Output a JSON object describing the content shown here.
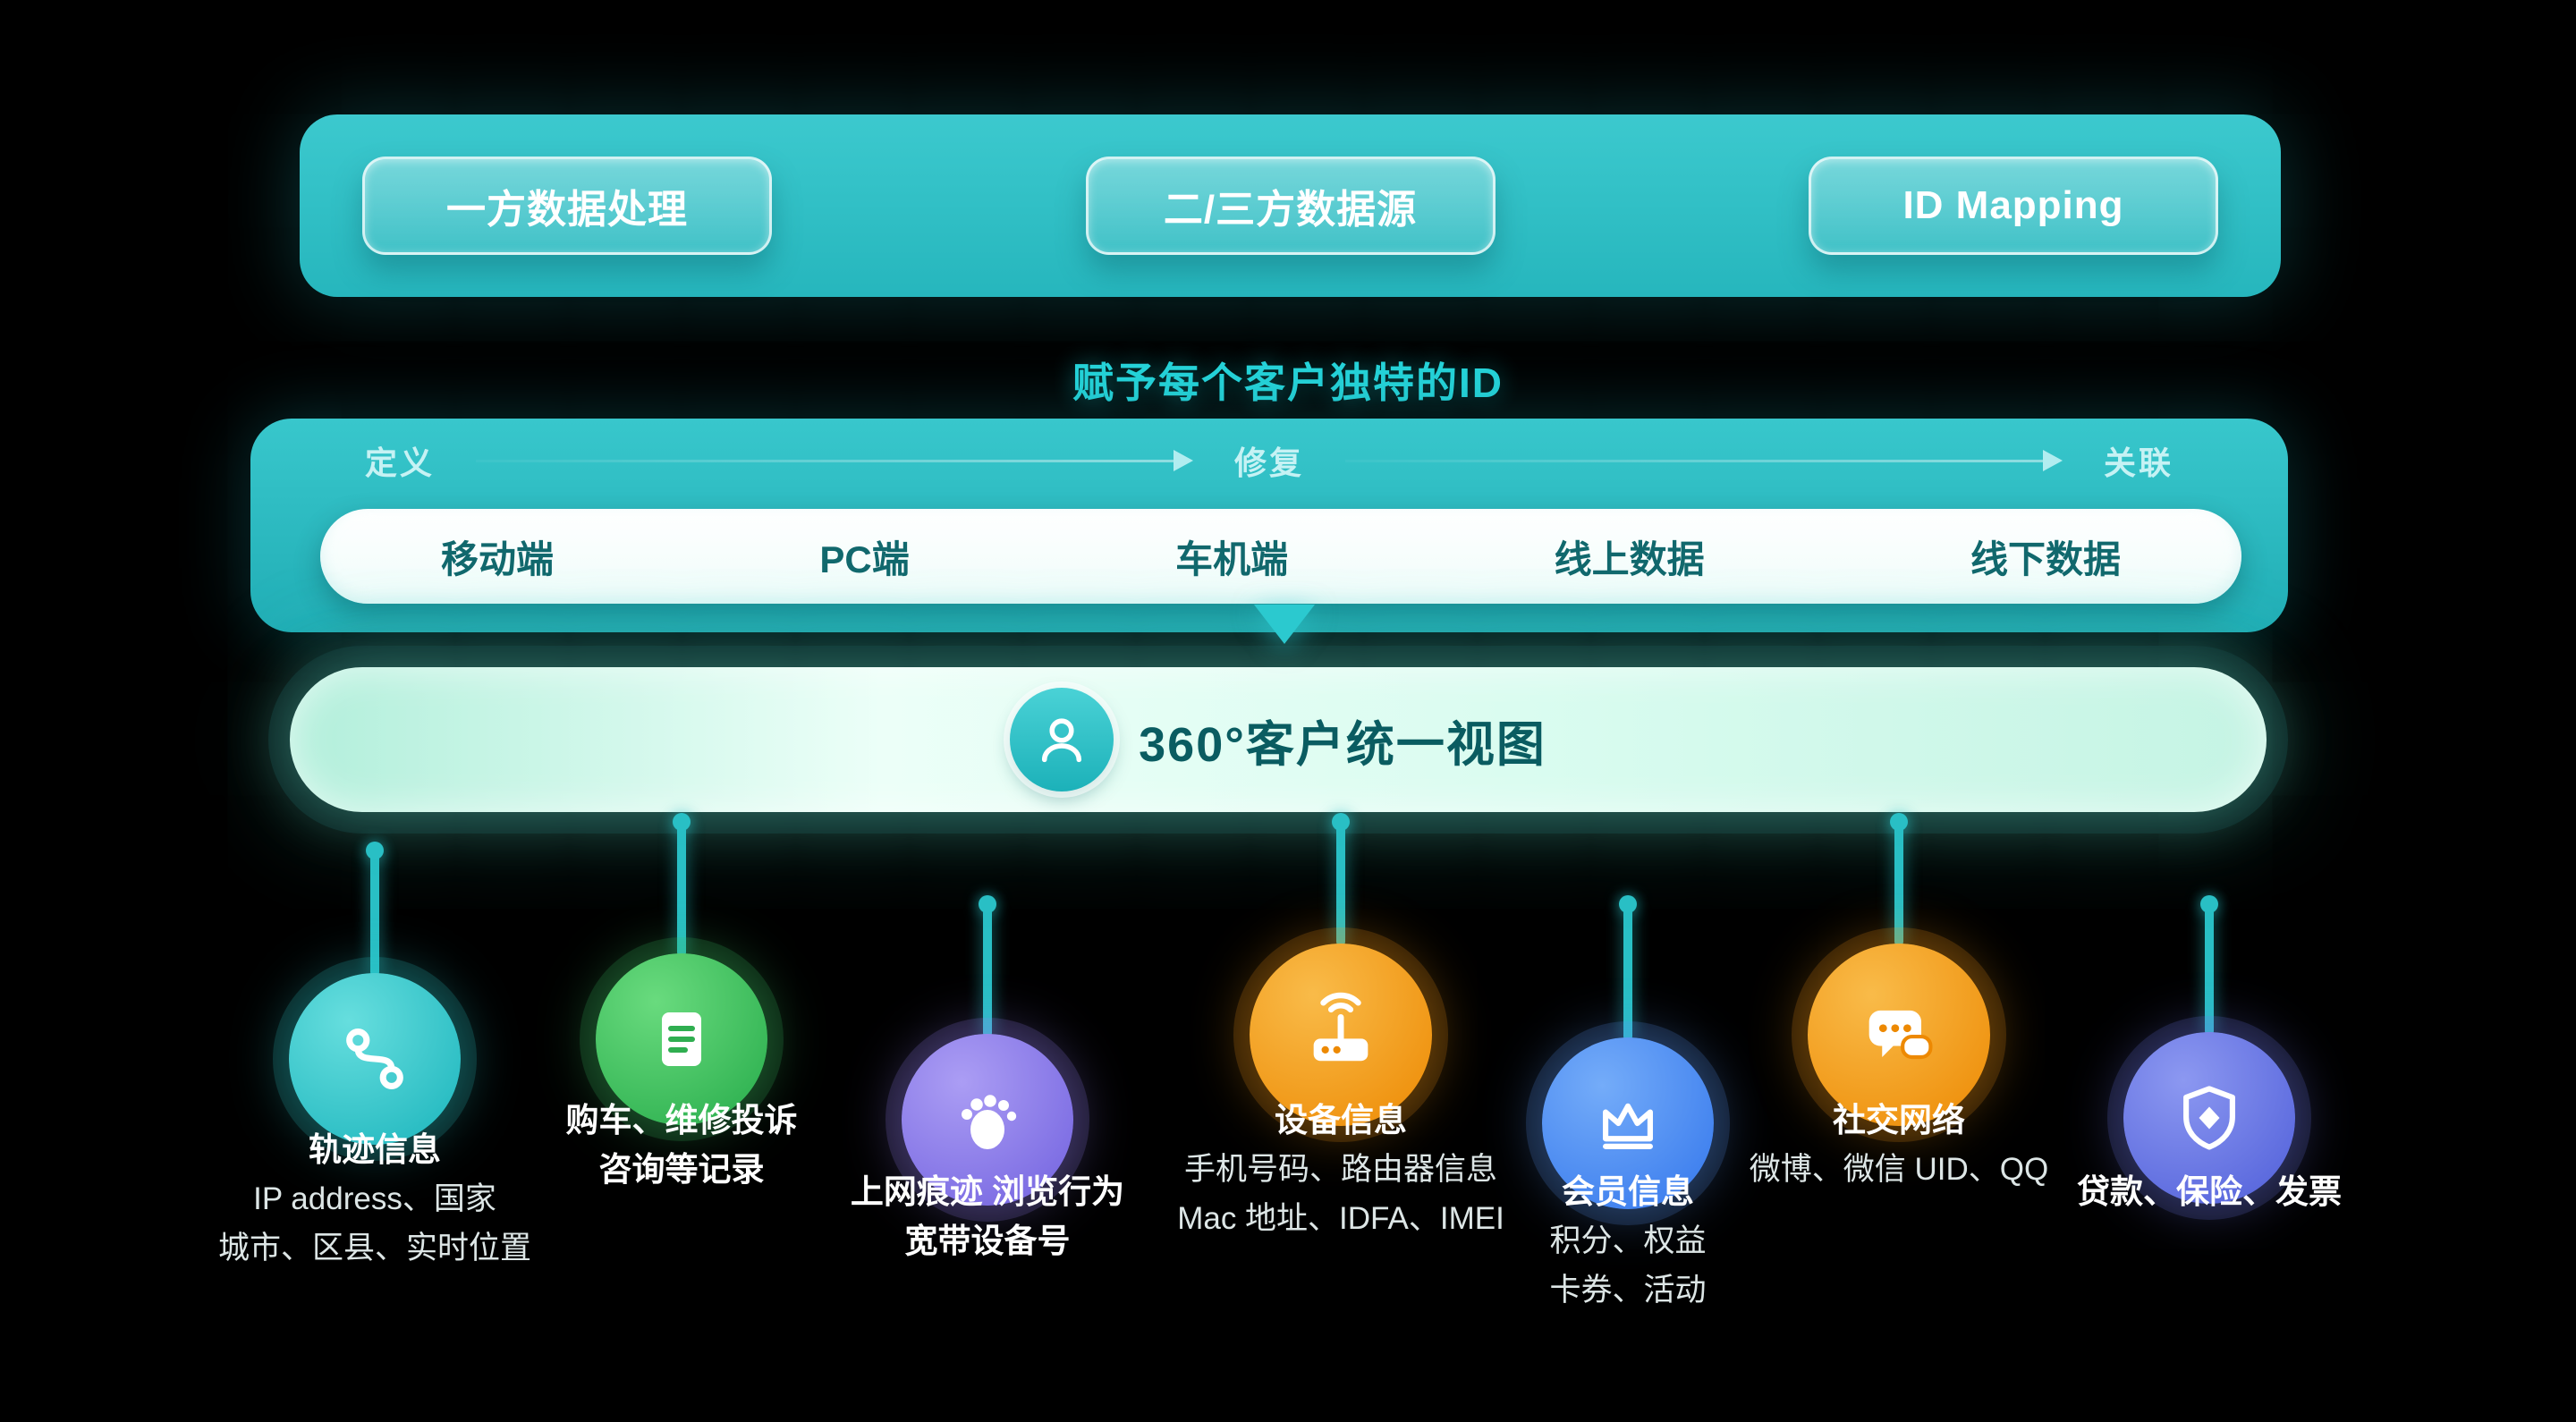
{
  "colors": {
    "background": "#000000",
    "banner_teal": "#2fc3c8",
    "headline_teal": "#26d3d9",
    "channel_text": "#11686d",
    "mint_bar": "#dcfdf0",
    "connector": "#29bfc5",
    "source_colors": {
      "trajectory": "#1fb9c0",
      "records": "#2fb254",
      "browsing": "#7b68e4",
      "device": "#f09005",
      "membership": "#3d7ff0",
      "social": "#f09005",
      "finance": "#5a66dd"
    }
  },
  "banner": {
    "buttons": [
      "一方数据处理",
      "二/三方数据源",
      "ID Mapping"
    ]
  },
  "headline": "赋予每个客户独特的ID",
  "pipeline": {
    "stages": [
      "定义",
      "修复",
      "关联"
    ],
    "channels": [
      "移动端",
      "PC端",
      "车机端",
      "线上数据",
      "线下数据"
    ]
  },
  "unified_view": {
    "icon": "person-icon",
    "label": "360°客户统一视图"
  },
  "icons": {
    "stage_arrow": "arrow-right-icon",
    "flow_down": "down-arrow-icon"
  },
  "sources": [
    {
      "icon": "route-icon",
      "title": "轨迹信息",
      "lines": [
        "IP address、国家",
        "城市、区县、实时位置"
      ]
    },
    {
      "icon": "document-icon",
      "lines": [
        "购车、维修投诉",
        "咨询等记录"
      ]
    },
    {
      "icon": "footprint-icon",
      "lines": [
        "上网痕迹 浏览行为",
        "宽带设备号"
      ]
    },
    {
      "icon": "router-icon",
      "title": "设备信息",
      "lines": [
        "手机号码、路由器信息",
        "Mac 地址、IDFA、IMEI"
      ]
    },
    {
      "icon": "crown-icon",
      "title": "会员信息",
      "lines": [
        "积分、权益",
        "卡券、活动"
      ]
    },
    {
      "icon": "chat-icon",
      "title": "社交网络",
      "lines": [
        "微博、微信 UID、QQ"
      ]
    },
    {
      "icon": "shield-icon",
      "lines": [
        "贷款、保险、发票"
      ]
    }
  ]
}
